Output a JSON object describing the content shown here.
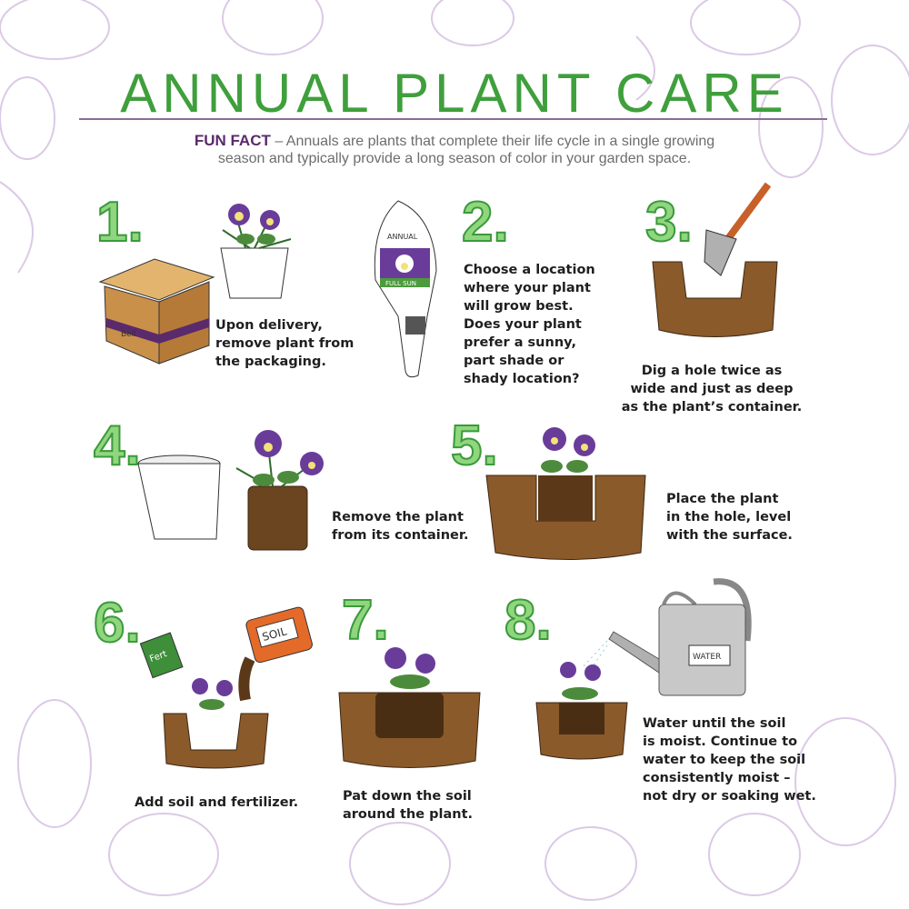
{
  "title": "ANNUAL PLANT CARE",
  "fun_fact": {
    "label": "FUN FACT",
    "dash": "–",
    "text_line1": "Annuals are plants that complete their life cycle in a single growing",
    "text_line2": "season and typically provide a long season of color in your garden space."
  },
  "steps": [
    {
      "number": "1.",
      "text": "Upon delivery,\nremove plant from\nthe packaging.",
      "box_label": "Bell"
    },
    {
      "number": "2.",
      "text": "Choose a location\nwhere your plant\nwill grow best.\nDoes your plant\nprefer a sunny,\npart shade or\nshady location?",
      "tag_label": "ANNUAL",
      "tag_sun": "FULL SUN"
    },
    {
      "number": "3.",
      "text": "Dig a hole twice as\nwide and just as deep\nas the plant’s container."
    },
    {
      "number": "4.",
      "text": "Remove the plant\nfrom its container."
    },
    {
      "number": "5.",
      "text": "Place the plant\nin the hole, level\nwith the surface."
    },
    {
      "number": "6.",
      "text": "Add soil and fertilizer.",
      "soil_label": "SOIL",
      "fert_label": "Fert"
    },
    {
      "number": "7.",
      "text": "Pat down the soil\naround the plant."
    },
    {
      "number": "8.",
      "text": "Water until the soil\nis moist. Continue to\nwater to keep the soil\nconsistently moist –\nnot dry or soaking wet.",
      "can_label": "WATER"
    }
  ],
  "colors": {
    "title_green": "#3f9f3c",
    "number_fill": "#8fd67e",
    "accent_purple": "#5a2a6c",
    "soil": "#8a5a2b",
    "flower": "#6a3c9a"
  }
}
